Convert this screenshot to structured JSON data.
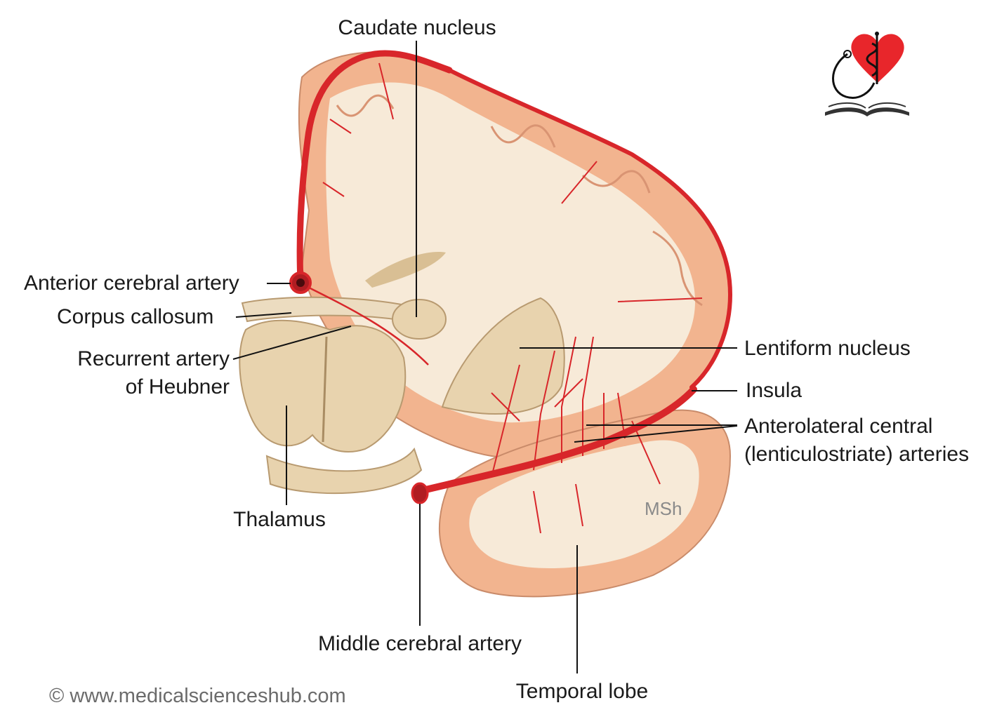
{
  "labels": {
    "caudate": "Caudate nucleus",
    "anterior_cerebral": "Anterior cerebral artery",
    "corpus_callosum": "Corpus callosum",
    "recurrent_line1": "Recurrent artery",
    "recurrent_line2": "of Heubner",
    "lentiform": "Lentiform nucleus",
    "insula": "Insula",
    "anterolateral_line1": "Anterolateral central",
    "anterolateral_line2": "(lenticulostriate) arteries",
    "thalamus": "Thalamus",
    "middle_cerebral": "Middle cerebral artery",
    "temporal_lobe": "Temporal lobe"
  },
  "watermark": "MSh",
  "credit": "© www.medicalscienceshub.com",
  "colors": {
    "cortex": "#f2b48f",
    "white_matter": "#f7ead8",
    "nucleus": "#e8d3ae",
    "artery": "#d8262a",
    "logo_heart": "#e8262b"
  },
  "icons": [
    "heart-caduceus-logo-icon",
    "stethoscope-icon",
    "open-book-icon"
  ]
}
